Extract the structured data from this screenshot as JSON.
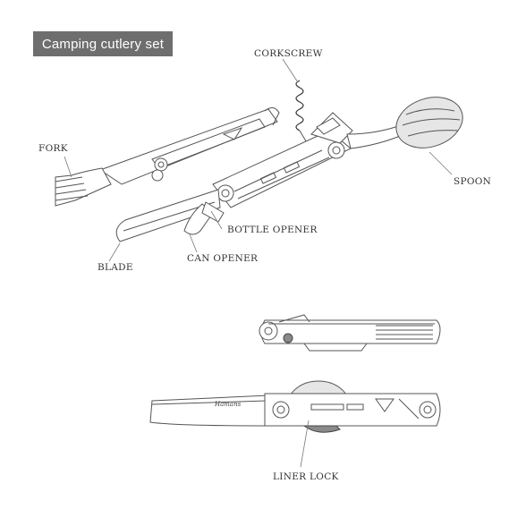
{
  "title": "Camping cutlery set",
  "labels": {
    "corkscrew": "CORKSCREW",
    "fork": "FORK",
    "spoon": "SPOON",
    "bottle_opener": "BOTTLE OPENER",
    "blade": "BLADE",
    "can_opener": "CAN OPENER",
    "liner_lock": "LINER LOCK"
  },
  "engraving": "Hamans"
}
